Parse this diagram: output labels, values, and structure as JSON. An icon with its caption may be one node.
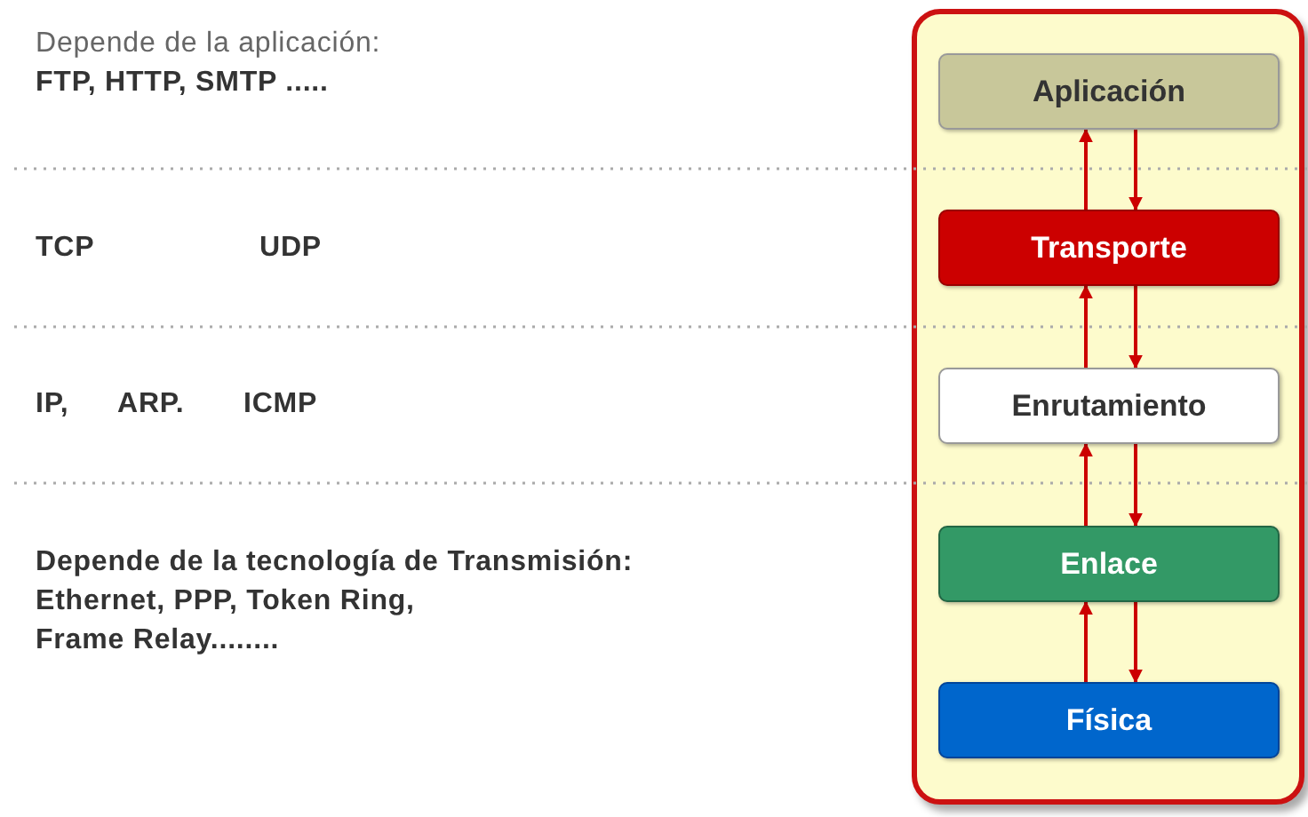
{
  "diagram": {
    "nodes": [
      {
        "text": [],
        "shape": "box"
      },
      {
        "text": [
          "Aplicación"
        ],
        "in": 0
      },
      {
        "text": [
          "Transporte"
        ],
        "in": 0
      },
      {
        "text": [
          "Enrutamiento"
        ],
        "in": 0
      },
      {
        "text": [
          "Enlace"
        ],
        "in": 0
      },
      {
        "text": [
          "Física"
        ],
        "in": 0
      }
    ],
    "edges": [
      {
        "from": 2,
        "to": 1,
        "arrow": "to"
      },
      {
        "from": 1,
        "to": 2,
        "arrow": "to"
      },
      {
        "from": 3,
        "to": 2,
        "arrow": "to"
      },
      {
        "from": 2,
        "to": 3,
        "arrow": "to"
      },
      {
        "from": 4,
        "to": 3,
        "arrow": "to"
      },
      {
        "from": 3,
        "to": 4,
        "arrow": "to"
      },
      {
        "from": 5,
        "to": 4,
        "arrow": "to"
      },
      {
        "from": 4,
        "to": 5,
        "arrow": "to"
      }
    ],
    "labels": [
      "Depende de la aplicación:",
      "FTP, HTTP, SMTP .....",
      "TCP",
      "UDP",
      "IP,",
      "ARP.",
      "ICMP",
      "Depende de la tecnología de Transmisión:",
      "Ethernet, PPP, Token Ring,",
      "Frame Relay........"
    ]
  }
}
